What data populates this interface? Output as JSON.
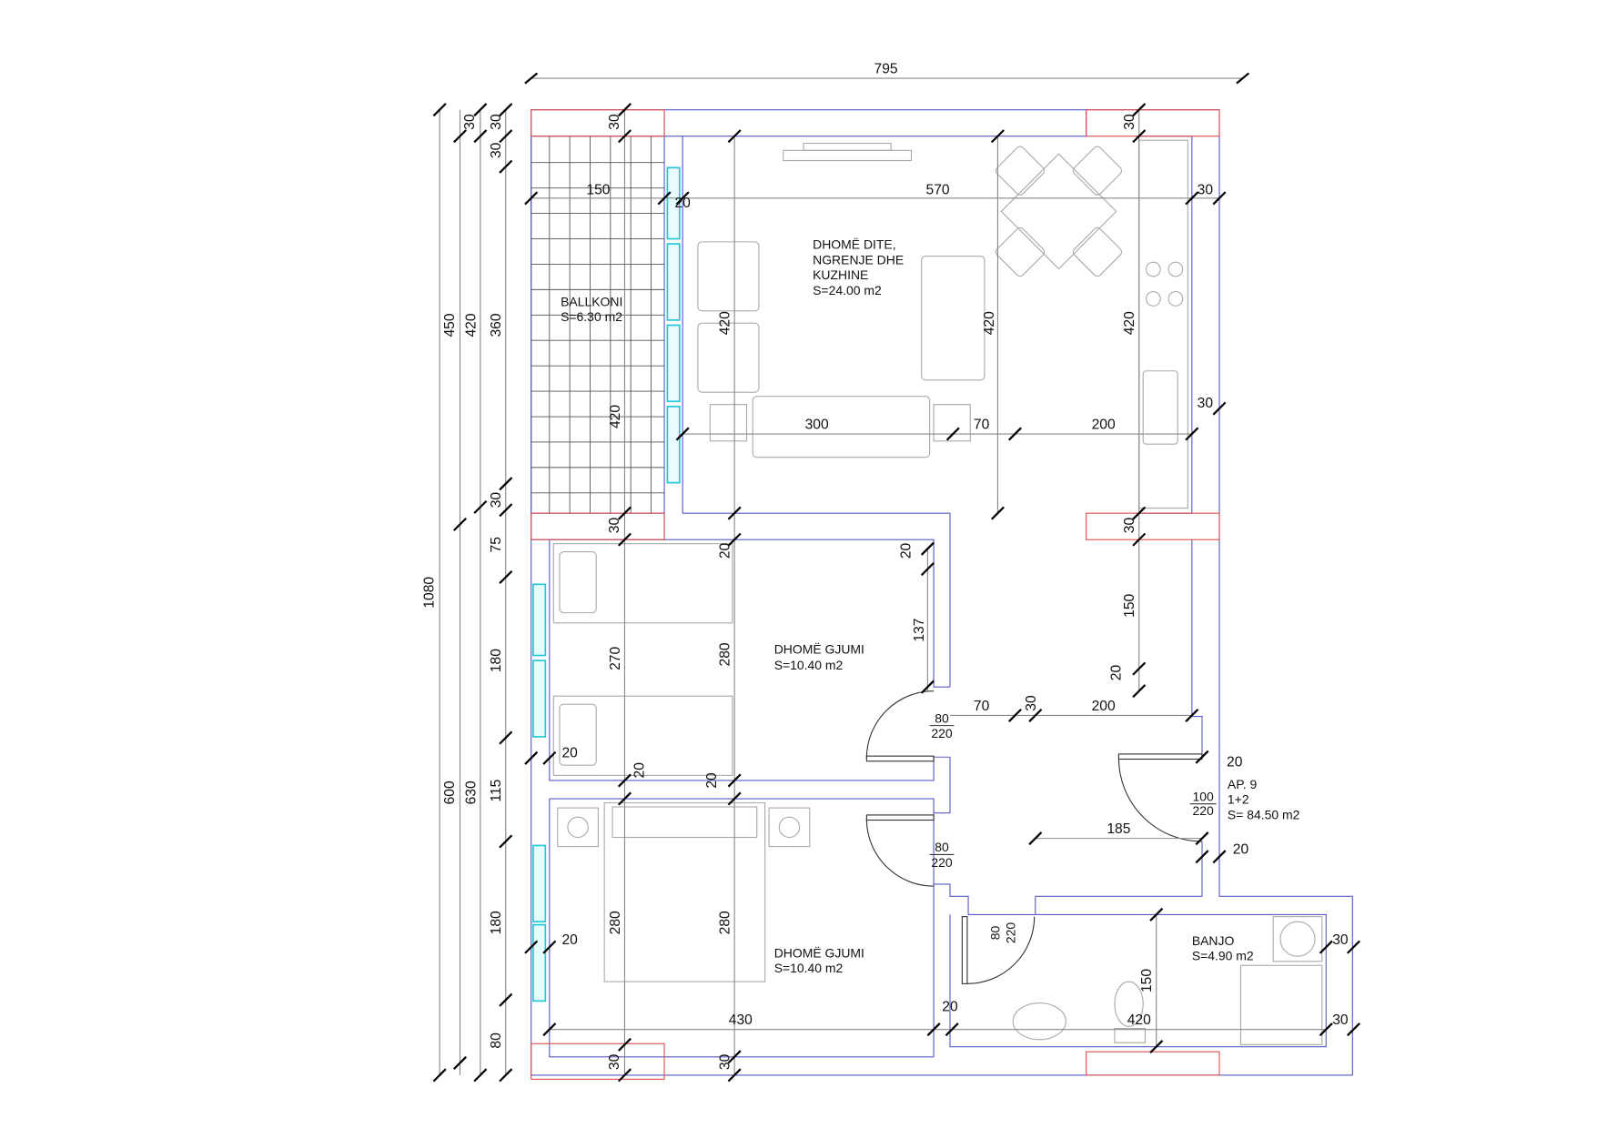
{
  "title_dimension": "795",
  "rooms": {
    "balcony": {
      "name": "BALLKONI",
      "area": "S=6.30 m2"
    },
    "living": {
      "line1": "DHOMË DITE,",
      "line2": "NGRENJE DHE",
      "line3": "KUZHINE",
      "area": "S=24.00 m2"
    },
    "bedroom1": {
      "name": "DHOMË GJUMI",
      "area": "S=10.40 m2"
    },
    "bedroom2": {
      "name": "DHOMË GJUMI",
      "area": "S=10.40 m2"
    },
    "bathroom": {
      "name": "BANJO",
      "area": "S=4.90 m2"
    },
    "apartment": {
      "name": "AP. 9",
      "type": "1+2",
      "area": "S= 84.50 m2"
    }
  },
  "doors": {
    "d1": {
      "width": "80",
      "height": "220"
    },
    "d2": {
      "width": "80",
      "height": "220"
    },
    "d3": {
      "width": "80",
      "height": "220"
    },
    "entry": {
      "width": "100",
      "height": "220"
    }
  },
  "left_dims": [
    "450",
    "420",
    "360",
    "1080",
    "30",
    "30",
    "30",
    "30",
    "75",
    "180",
    "115",
    "180",
    "80",
    "600",
    "630"
  ],
  "dims": [
    "30",
    "150",
    "20",
    "570",
    "30",
    "30",
    "420",
    "420",
    "420",
    "420",
    "300",
    "70",
    "200",
    "30",
    "30",
    "30",
    "20",
    "20",
    "137",
    "150",
    "270",
    "280",
    "20",
    "70",
    "30",
    "200",
    "20",
    "20",
    "20",
    "20",
    "185",
    "20",
    "280",
    "280",
    "20",
    "150",
    "30",
    "20",
    "430",
    "420",
    "30",
    "30",
    "30"
  ]
}
